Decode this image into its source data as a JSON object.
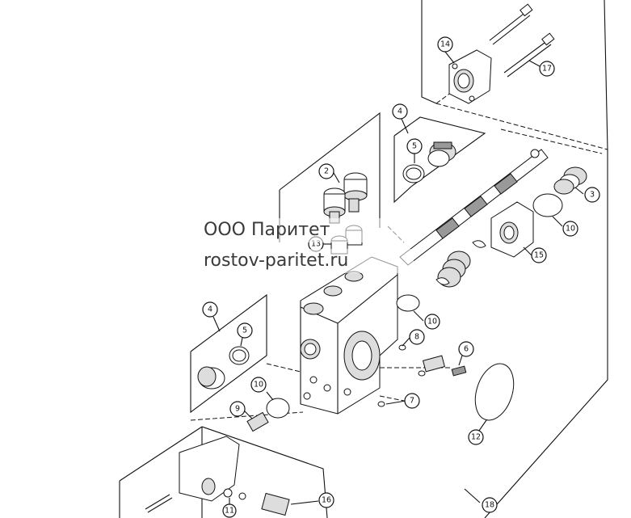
{
  "watermark": {
    "company": "ООО Паритет",
    "site": "rostov-paritet.ru"
  },
  "callouts": [
    {
      "id": "c14",
      "label": "14"
    },
    {
      "id": "c17",
      "label": "17"
    },
    {
      "id": "c4a",
      "label": "4"
    },
    {
      "id": "c5a",
      "label": "5"
    },
    {
      "id": "c2",
      "label": "2"
    },
    {
      "id": "c3",
      "label": "3"
    },
    {
      "id": "c10a",
      "label": "10"
    },
    {
      "id": "c15",
      "label": "15"
    },
    {
      "id": "c13",
      "label": "13"
    },
    {
      "id": "c10b",
      "label": "10"
    },
    {
      "id": "c4b",
      "label": "4"
    },
    {
      "id": "c5b",
      "label": "5"
    },
    {
      "id": "c8",
      "label": "8"
    },
    {
      "id": "c6",
      "label": "6"
    },
    {
      "id": "c10c",
      "label": "10"
    },
    {
      "id": "c7",
      "label": "7"
    },
    {
      "id": "c9",
      "label": "9"
    },
    {
      "id": "c12",
      "label": "12"
    },
    {
      "id": "c16",
      "label": "16"
    },
    {
      "id": "c11",
      "label": "11"
    },
    {
      "id": "c18",
      "label": "18"
    }
  ],
  "colors": {
    "line": "#111111",
    "watermark_text": "#3a3a3a",
    "background": "#ffffff"
  }
}
